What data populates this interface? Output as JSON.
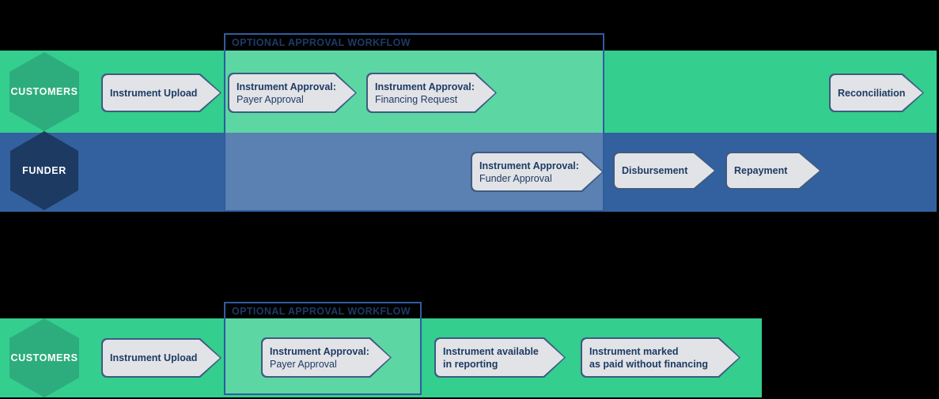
{
  "colors": {
    "background": "#000000",
    "customers_lane": "#34CE8E",
    "funder_lane": "#33619F",
    "customers_hexagon": "#2DAD7E",
    "funder_hexagon": "#1D3A63",
    "optional_box_border": "#2E5D9E",
    "optional_box_label_text": "#1D3B66",
    "step_fill": "#E2E3E7",
    "step_border": "#3F5B80",
    "step_text": "#1D3B63"
  },
  "top_diagram": {
    "optional_box_label": "OPTIONAL APPROVAL WORKFLOW",
    "customers": {
      "label": "CUSTOMERS",
      "steps": [
        {
          "line1": "Instrument Upload"
        },
        {
          "line1": "Instrument Approval:",
          "line2": "Payer Approval"
        },
        {
          "line1": "Instrument Approval:",
          "line2": "Financing Request"
        },
        {
          "line1": "Reconciliation"
        }
      ]
    },
    "funder": {
      "label": "FUNDER",
      "steps": [
        {
          "line1": "Instrument Approval:",
          "line2": "Funder Approval"
        },
        {
          "line1": "Disbursement"
        },
        {
          "line1": "Repayment"
        }
      ]
    }
  },
  "bottom_diagram": {
    "optional_box_label": "OPTIONAL APPROVAL WORKFLOW",
    "customers": {
      "label": "CUSTOMERS",
      "steps": [
        {
          "line1": "Instrument Upload"
        },
        {
          "line1": "Instrument Approval:",
          "line2": "Payer Approval"
        },
        {
          "line1": "Instrument available",
          "line2": "in reporting"
        },
        {
          "line1": "Instrument marked",
          "line2": "as paid without financing"
        }
      ]
    }
  }
}
